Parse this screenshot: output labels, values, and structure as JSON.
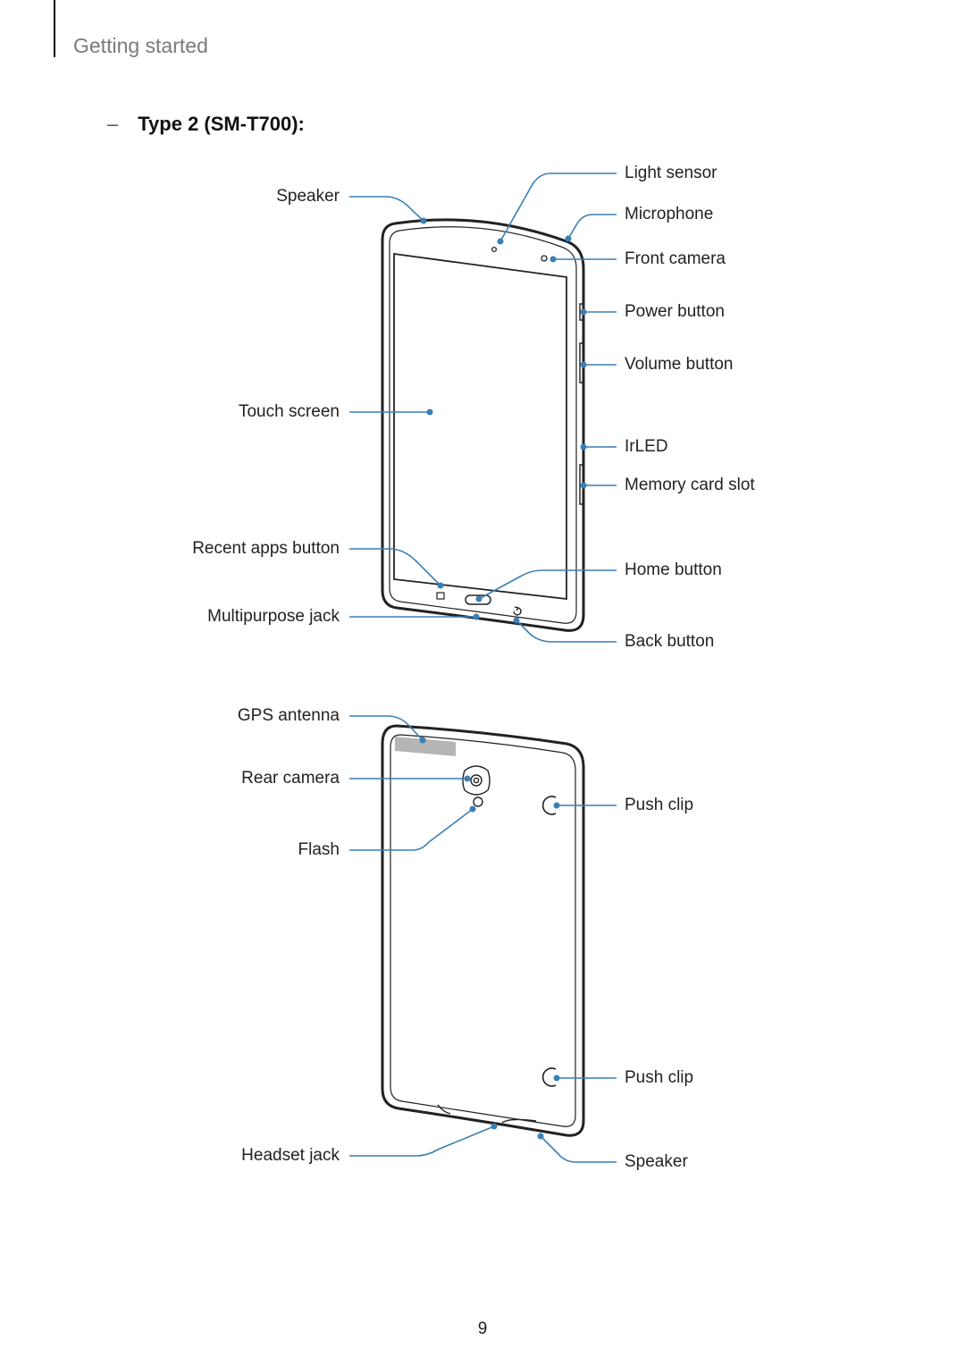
{
  "header": {
    "section": "Getting started"
  },
  "subheading": {
    "dash": "–",
    "title": "Type 2 (SM-T700):"
  },
  "front_labels": {
    "speaker": "Speaker",
    "touch_screen": "Touch screen",
    "recent_apps_button": "Recent apps button",
    "multipurpose_jack": "Multipurpose jack",
    "light_sensor": "Light sensor",
    "microphone": "Microphone",
    "front_camera": "Front camera",
    "power_button": "Power button",
    "volume_button": "Volume button",
    "irled": "IrLED",
    "memory_card_slot": "Memory card slot",
    "home_button": "Home button",
    "back_button": "Back button"
  },
  "rear_labels": {
    "gps_antenna": "GPS antenna",
    "rear_camera": "Rear camera",
    "flash": "Flash",
    "headset_jack": "Headset jack",
    "push_clip_top": "Push clip",
    "push_clip_bottom": "Push clip",
    "speaker": "Speaker"
  },
  "footer": {
    "page_number": "9"
  },
  "colors": {
    "leader": "#3a7fb5",
    "section_text": "#7a7a7a",
    "outline": "#222222"
  }
}
